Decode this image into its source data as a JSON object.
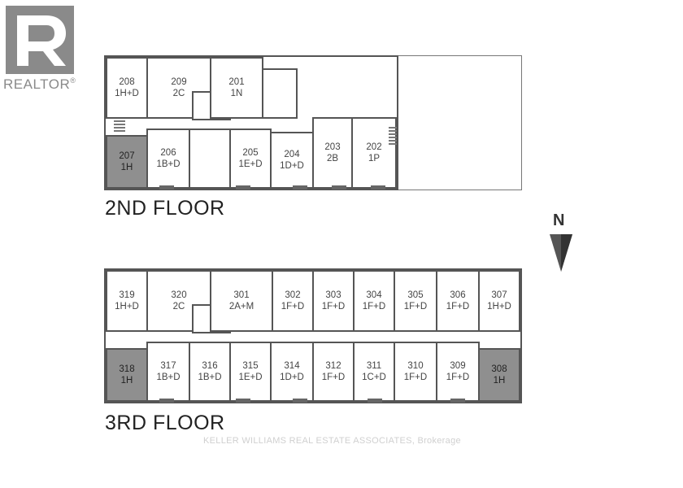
{
  "logo": {
    "name": "REALTOR",
    "mark": "®"
  },
  "north": {
    "letter": "N"
  },
  "floors": [
    {
      "label": "2ND FLOOR",
      "units": [
        {
          "num": "208",
          "type": "1H+D"
        },
        {
          "num": "209",
          "type": "2C"
        },
        {
          "num": "201",
          "type": "1N"
        },
        {
          "num": "207",
          "type": "1H"
        },
        {
          "num": "206",
          "type": "1B+D"
        },
        {
          "num": "205",
          "type": "1E+D"
        },
        {
          "num": "204",
          "type": "1D+D"
        },
        {
          "num": "203",
          "type": "2B"
        },
        {
          "num": "202",
          "type": "1P"
        }
      ]
    },
    {
      "label": "3RD FLOOR",
      "units": [
        {
          "num": "319",
          "type": "1H+D"
        },
        {
          "num": "320",
          "type": "2C"
        },
        {
          "num": "301",
          "type": "2A+M"
        },
        {
          "num": "302",
          "type": "1F+D"
        },
        {
          "num": "303",
          "type": "1F+D"
        },
        {
          "num": "304",
          "type": "1F+D"
        },
        {
          "num": "305",
          "type": "1F+D"
        },
        {
          "num": "306",
          "type": "1F+D"
        },
        {
          "num": "307",
          "type": "1H+D"
        },
        {
          "num": "318",
          "type": "1H"
        },
        {
          "num": "317",
          "type": "1B+D"
        },
        {
          "num": "316",
          "type": "1B+D"
        },
        {
          "num": "315",
          "type": "1E+D"
        },
        {
          "num": "314",
          "type": "1D+D"
        },
        {
          "num": "312",
          "type": "1F+D"
        },
        {
          "num": "311",
          "type": "1C+D"
        },
        {
          "num": "310",
          "type": "1F+D"
        },
        {
          "num": "309",
          "type": "1F+D"
        },
        {
          "num": "308",
          "type": "1H"
        }
      ]
    }
  ],
  "watermark": "KELLER WILLIAMS REAL ESTATE ASSOCIATES, Brokerage",
  "colors": {
    "wall": "#555555",
    "shaded_unit": "#8f8f8f",
    "logo": "#8a8a8a"
  }
}
